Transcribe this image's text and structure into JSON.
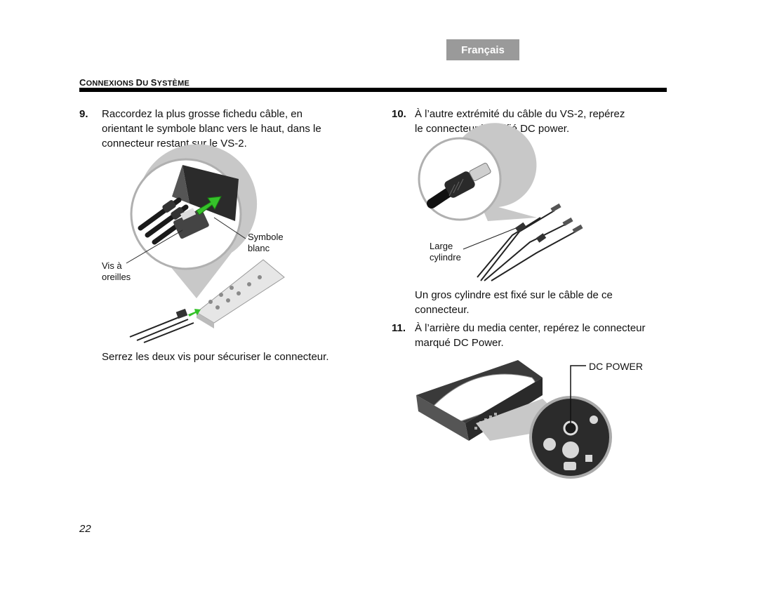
{
  "header": {
    "language_tab": "Français",
    "section_title": "Connexions du système"
  },
  "left_column": {
    "step9": {
      "number": "9.",
      "lines": [
        "Raccordez la plus grosse fichedu câble, en",
        "orientant le symbole blanc vers le haut, dans le",
        "connecteur restant sur le VS-2."
      ]
    },
    "figure1": {
      "label_symbol": [
        "Symbole",
        "blanc"
      ],
      "label_vis": [
        "Vis à",
        "oreilles"
      ]
    },
    "after_text": "Serrez les deux vis pour sécuriser le connecteur."
  },
  "right_column": {
    "step10": {
      "number": "10.",
      "lines": [
        "À l’autre extrémité du câble du VS-2, repérez",
        "le connecteur identifié DC power."
      ]
    },
    "figure2": {
      "label_large": [
        "Large",
        "cylindre"
      ]
    },
    "after_text_lines": [
      "Un gros cylindre est fixé sur le câble de ce",
      "connecteur."
    ],
    "step11": {
      "number": "11.",
      "lines": [
        "À l’arrière du media center, repérez le connecteur",
        "marqué DC Power."
      ]
    },
    "figure3": {
      "label_dc": "DC POWER"
    }
  },
  "footer": {
    "page_number": "22"
  }
}
